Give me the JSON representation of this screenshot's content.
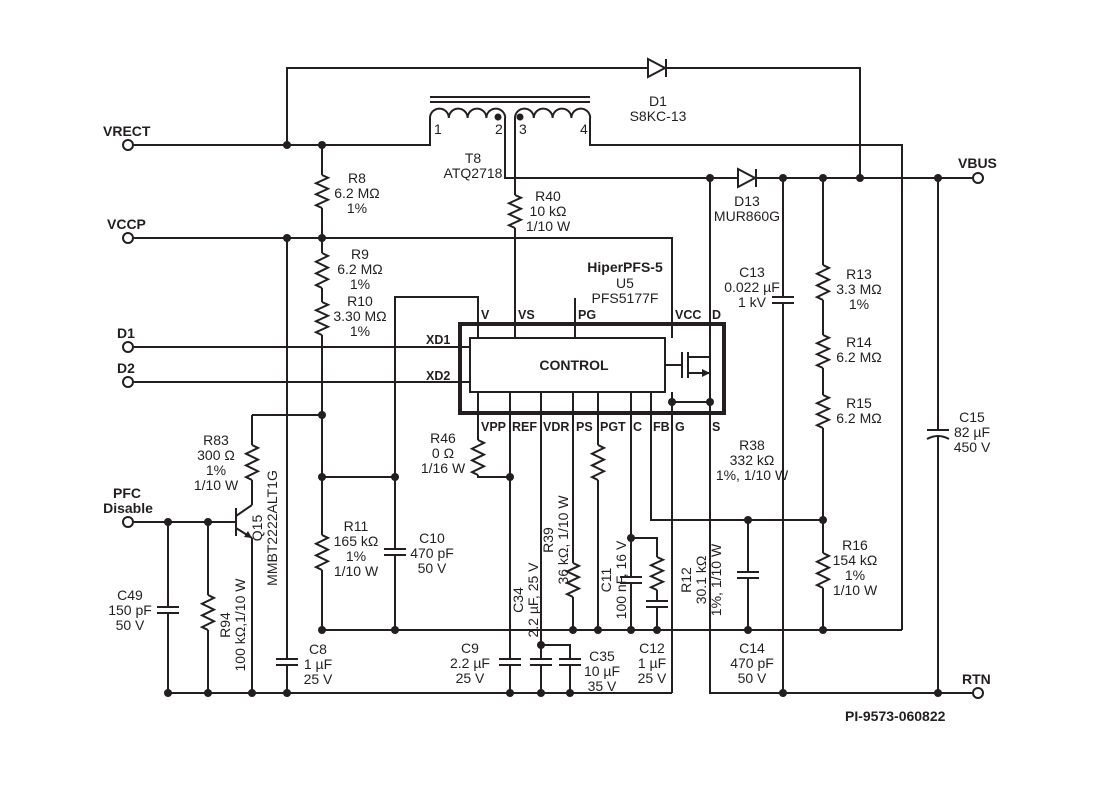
{
  "terminals": {
    "vrect": "VRECT",
    "vccp": "VCCP",
    "d1": "D1",
    "d2": "D2",
    "pfc1": "PFC",
    "pfc2": "Disable",
    "vbus": "VBUS",
    "rtn": "RTN"
  },
  "ic": {
    "brand": "HiperPFS-5",
    "ref": "U5",
    "part": "PFS5177F",
    "block": "CONTROL",
    "pins": {
      "v": "V",
      "vs": "VS",
      "pg": "PG",
      "vcc": "VCC",
      "d": "D",
      "xd1": "XD1",
      "xd2": "XD2",
      "vpp": "VPP",
      "ref": "REF",
      "vdr": "VDR",
      "ps": "PS",
      "pgt": "PGT",
      "c": "C",
      "fb": "FB",
      "g": "G",
      "s": "S"
    }
  },
  "transformer": {
    "ref": "T8",
    "part": "ATQ2718",
    "pins": [
      "1",
      "2",
      "3",
      "4"
    ]
  },
  "components": {
    "D1": [
      "D1",
      "S8KC-13"
    ],
    "D13": [
      "D13",
      "MUR860G"
    ],
    "R8": [
      "R8",
      "6.2 MΩ",
      "1%"
    ],
    "R9": [
      "R9",
      "6.2 MΩ",
      "1%"
    ],
    "R10": [
      "R10",
      "3.30 MΩ",
      "1%"
    ],
    "R40": [
      "R40",
      "10 kΩ",
      "1/10 W"
    ],
    "R11": [
      "R11",
      "165 kΩ",
      "1%",
      "1/10 W"
    ],
    "C10": [
      "C10",
      "470 pF",
      "50 V"
    ],
    "R83": [
      "R83",
      "300 Ω",
      "1%",
      "1/10 W"
    ],
    "Q15": [
      "Q15",
      "MMBT2222ALT1G"
    ],
    "C49": [
      "C49",
      "150 pF",
      "50 V"
    ],
    "R94": [
      "R94",
      "100 kΩ,1/10 W"
    ],
    "C8": [
      "C8",
      "1 µF",
      "25 V"
    ],
    "R46": [
      "R46",
      "0 Ω",
      "1/16 W"
    ],
    "C9": [
      "C9",
      "2.2 µF",
      "25 V"
    ],
    "C34": [
      "C34",
      "2.2 µF, 25 V"
    ],
    "R39": [
      "R39",
      "36 kΩ, 1/10 W"
    ],
    "C35": [
      "C35",
      "10 µF",
      "35 V"
    ],
    "C11": [
      "C11",
      "100 nF, 16 V"
    ],
    "C12": [
      "C12",
      "1 µF",
      "25 V"
    ],
    "R12": [
      "R12",
      "30.1 kΩ",
      "1%, 1/10 W"
    ],
    "R38": [
      "R38",
      "332 kΩ",
      "1%, 1/10 W"
    ],
    "C13": [
      "C13",
      "0.022 µF",
      "1 kV"
    ],
    "C14": [
      "C14",
      "470 pF",
      "50 V"
    ],
    "R13": [
      "R13",
      "3.3 MΩ",
      "1%"
    ],
    "R14": [
      "R14",
      "6.2 MΩ"
    ],
    "R15": [
      "R15",
      "6.2 MΩ"
    ],
    "R16": [
      "R16",
      "154 kΩ",
      "1%",
      "1/10 W"
    ],
    "C15": [
      "C15",
      "82 µF",
      "450 V"
    ]
  },
  "footer": "PI-9573-060822"
}
